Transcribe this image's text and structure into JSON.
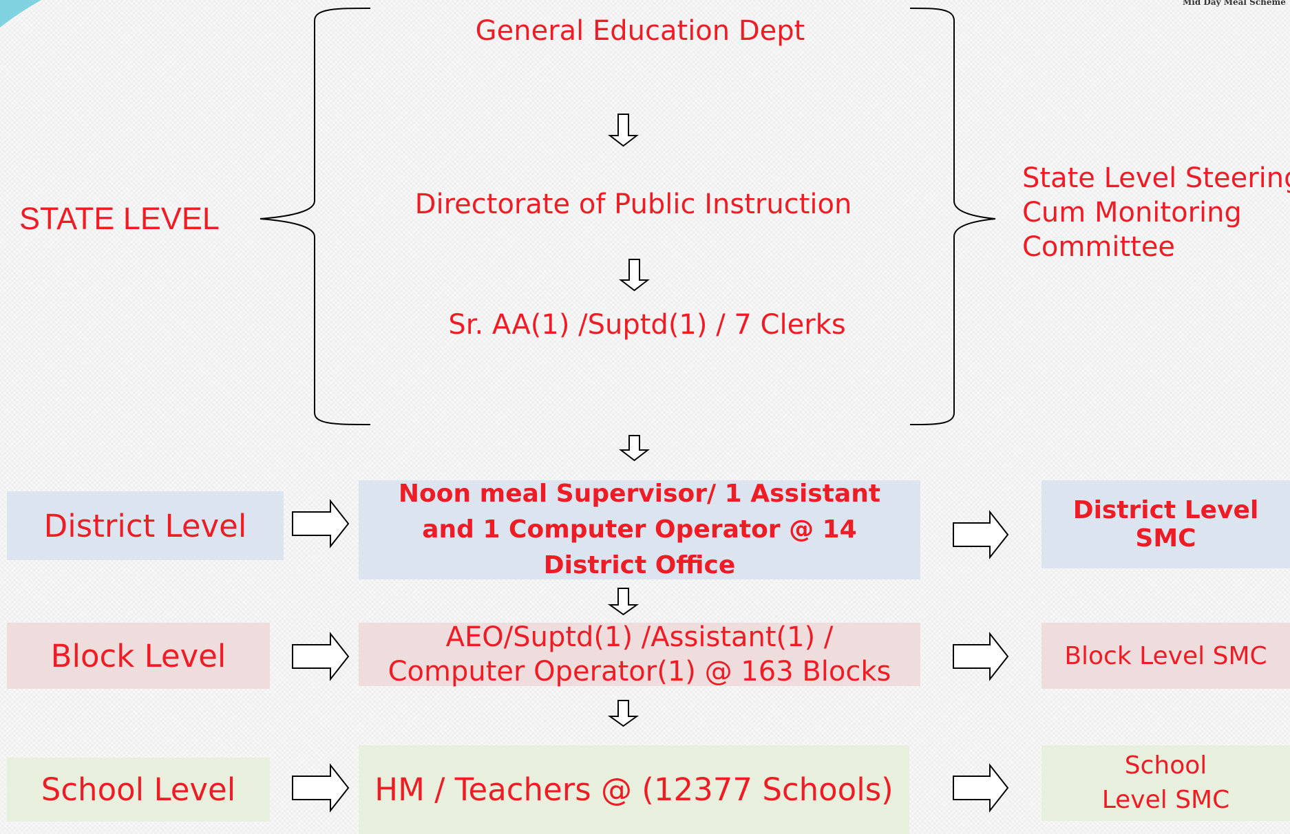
{
  "logo_text": "Mid Day Meal Scheme",
  "state": {
    "label": "STATE LEVEL",
    "steps": [
      "General  Education Dept",
      "Directorate of Public Instruction",
      "Sr. AA(1) /Suptd(1) /  7 Clerks"
    ],
    "committee_lines": [
      "State Level Steering",
      "Cum Monitoring",
      "Committee"
    ]
  },
  "rows": [
    {
      "level": "District Level",
      "middle": "Noon meal Supervisor/ 1 Assistant and 1 Computer Operator @ 14 District Office",
      "right": "District Level  SMC"
    },
    {
      "level": "Block Level",
      "middle": "AEO/Suptd(1) /Assistant(1) / Computer Operator(1)  @ 163 Blocks",
      "right": "Block Level  SMC"
    },
    {
      "level": "School Level",
      "middle": "HM / Teachers @ (12377 Schools)",
      "right": "School Level SMC"
    }
  ],
  "colors": {
    "text": "#ee1c24",
    "district": "#dbe4ef",
    "block": "#efdcdc",
    "school": "#e8efdd"
  }
}
